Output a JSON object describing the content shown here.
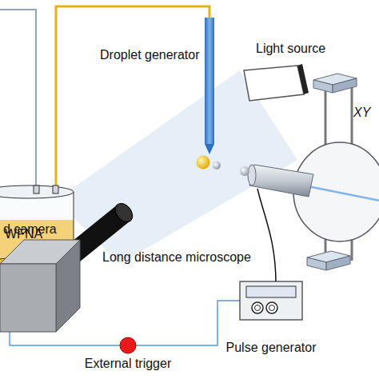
{
  "diagram": {
    "nodes": [
      {
        "text": [
          "WFNA"
        ]
      },
      {
        "text": [
          "d camera"
        ]
      },
      {
        "text": [
          "Pulse generator"
        ]
      },
      {
        "text": [
          "External trigger"
        ]
      }
    ],
    "edges": [
      {
        "from": 1,
        "to": 3,
        "arrow": "none"
      },
      {
        "from": 3,
        "to": 2,
        "arrow": "none"
      }
    ],
    "labels": [
      "Droplet generator",
      "Light source",
      "XY",
      "Long distance microscope"
    ]
  }
}
